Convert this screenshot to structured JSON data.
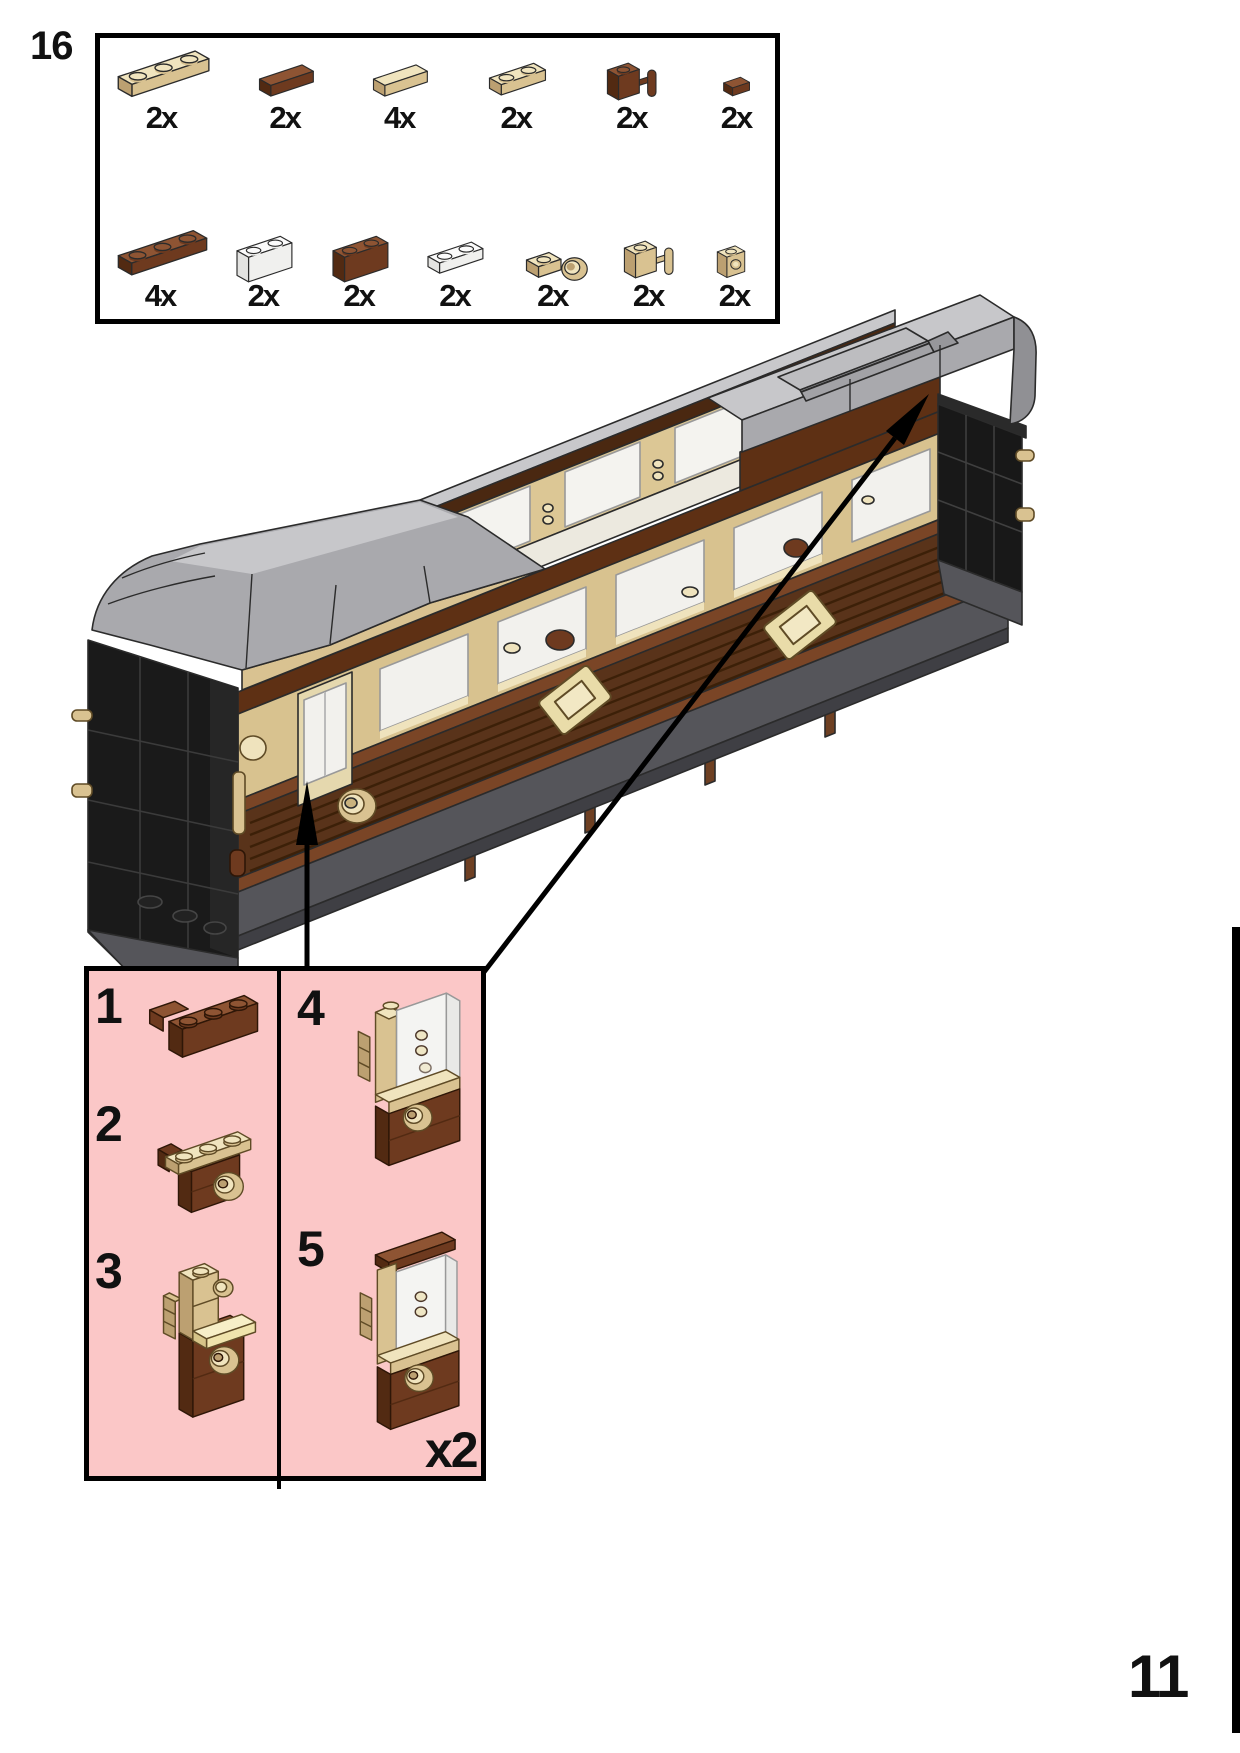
{
  "page": {
    "step_number": "16",
    "page_number": "11"
  },
  "parts_box": {
    "rows": [
      [
        {
          "part": "plate-1x3-tan",
          "qty": "2x"
        },
        {
          "part": "tile-1x2-brown",
          "qty": "2x"
        },
        {
          "part": "tile-1x2-tan",
          "qty": "4x"
        },
        {
          "part": "plate-1x2-tan",
          "qty": "2x"
        },
        {
          "part": "brick-1x1-handle-brown",
          "qty": "2x"
        },
        {
          "part": "tile-1x1-brown",
          "qty": "2x"
        }
      ],
      [
        {
          "part": "plate-1x3-brown",
          "qty": "4x"
        },
        {
          "part": "brick-1x2-trans-clear",
          "qty": "2x"
        },
        {
          "part": "brick-1x2-brown",
          "qty": "2x"
        },
        {
          "part": "plate-1x2-trans-clear",
          "qty": "2x"
        },
        {
          "part": "plate-1x1-ring-tan",
          "qty": "2x"
        },
        {
          "part": "brick-1x1-handle-tan",
          "qty": "2x"
        },
        {
          "part": "brick-1x1-sidestud-tan",
          "qty": "2x"
        }
      ]
    ]
  },
  "callout": {
    "steps": [
      {
        "label": "1"
      },
      {
        "label": "2"
      },
      {
        "label": "3"
      },
      {
        "label": "4"
      },
      {
        "label": "5"
      }
    ],
    "multiplier": "x2"
  },
  "colors": {
    "callout_bg": "#FBC7C7",
    "tan": "#D9C291",
    "brown": "#6E3A1F",
    "roof_gray": "#A9A9AD",
    "black": "#1A1A1A"
  }
}
